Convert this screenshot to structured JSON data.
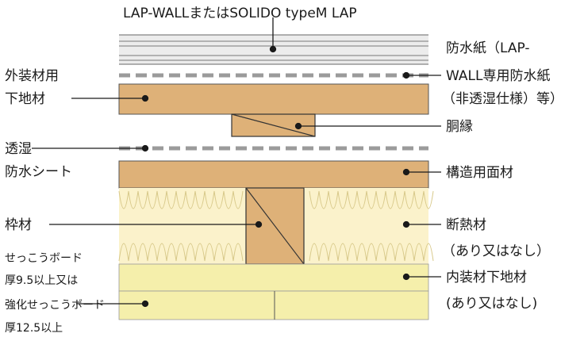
{
  "title": "LAP-WALLまたはSOLIDO typeM LAP",
  "left_labels": {
    "exterior_furring_1": "外装材用",
    "exterior_furring_2": "下地材",
    "breathable_1": "透湿",
    "breathable_2": "防水シート",
    "frame": "枠材",
    "gypsum_1": "せっこうボード",
    "gypsum_2": "厚9.5以上又は",
    "gypsum_3": "強化せっこうボード",
    "gypsum_4": "厚12.5以上"
  },
  "right_labels": {
    "waterproof_paper_1": "防水紙（LAP-",
    "waterproof_paper_2": "WALL専用防水紙",
    "waterproof_paper_3": "（非透湿仕様）等）",
    "furring_strip": "胴縁",
    "structural_panel": "構造用面材",
    "insulation_1": "断熱材",
    "insulation_2": "（あり又はなし）",
    "interior_base_1": "内装材下地材",
    "interior_base_2": "(あり又はなし)"
  },
  "colors": {
    "wood": "#deb178",
    "insulation": "#fbf2cb",
    "interior_board": "#f5efab",
    "siding": "#ececec",
    "sheet_dash": "#9b9b9b"
  }
}
